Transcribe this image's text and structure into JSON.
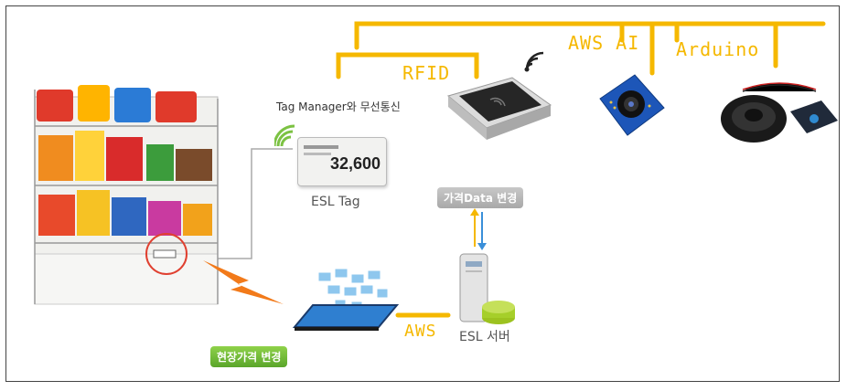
{
  "labels": {
    "rfid": "RFID",
    "aws_ai": "AWS AI",
    "arduino": "Arduino",
    "tag_manager": "Tag Manager와 무선통신",
    "esl_tag": "ESL Tag",
    "esl_price": "32,600",
    "price_change": "가격Data 변경",
    "aws": "AWS",
    "esl_server": "ESL 서버",
    "onsite_price_change": "현장가격 변경"
  },
  "colors": {
    "connector": "#f5b800",
    "signal": "#7cc243",
    "arrow_up": "#f5b800",
    "arrow_down": "#3a8fd9"
  },
  "icons": [
    "store-shelf-icon",
    "esl-tag-icon",
    "wifi-icon",
    "rfid-reader-icon",
    "camera-module-icon",
    "speaker-module-icon",
    "tablet-icon",
    "server-icon",
    "lightning-icon"
  ]
}
